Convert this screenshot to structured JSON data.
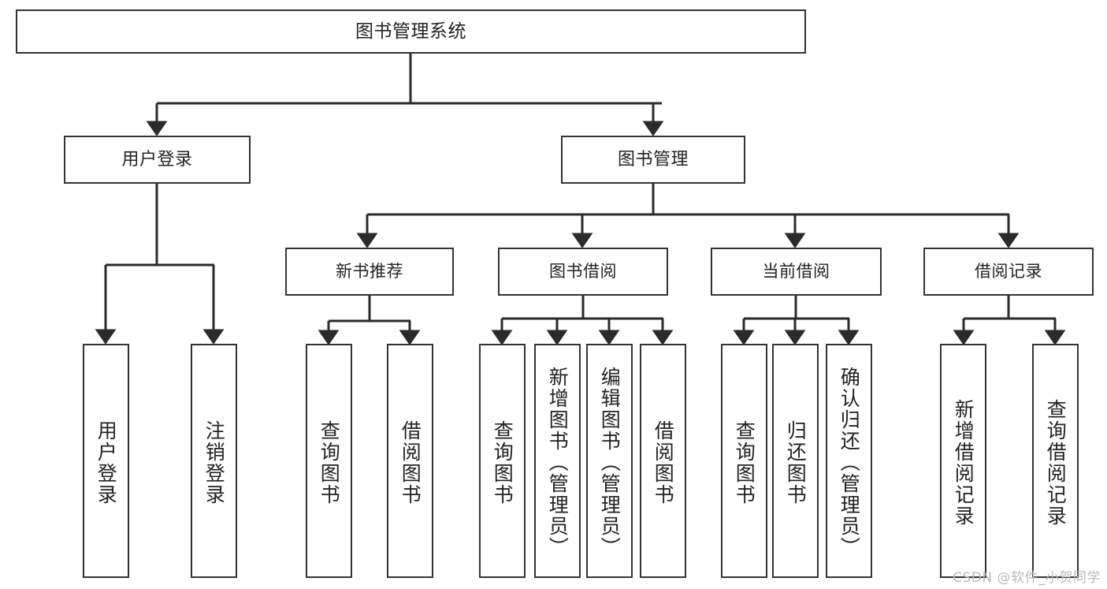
{
  "diagram": {
    "type": "tree",
    "title": "图书管理系统",
    "root": {
      "label": "图书管理系统"
    },
    "level2": [
      {
        "label": "用户登录"
      },
      {
        "label": "图书管理"
      }
    ],
    "level3": [
      {
        "label": "新书推荐"
      },
      {
        "label": "图书借阅"
      },
      {
        "label": "当前借阅"
      },
      {
        "label": "借阅记录"
      }
    ],
    "leaves": {
      "user_login": [
        {
          "label": "用户登录"
        },
        {
          "label": "注销登录"
        }
      ],
      "new_book_recommend": [
        {
          "label": "查询图书"
        },
        {
          "label": "借阅图书"
        }
      ],
      "book_borrow": [
        {
          "label": "查询图书"
        },
        {
          "label": "新增图书（管理员）"
        },
        {
          "label": "编辑图书（管理员）"
        },
        {
          "label": "借阅图书"
        }
      ],
      "current_borrow": [
        {
          "label": "查询图书"
        },
        {
          "label": "归还图书"
        },
        {
          "label": "确认归还（管理员）"
        }
      ],
      "borrow_record": [
        {
          "label": "新增借阅记录"
        },
        {
          "label": "查询借阅记录"
        }
      ]
    },
    "colors": {
      "background": "#ffffff",
      "node_border": "#333333",
      "node_fill": "#ffffff",
      "connector": "#2b2b2b",
      "text": "#222222",
      "watermark": "#b9b9b9"
    }
  },
  "watermark": {
    "text": "CSDN @软件_小贺同学"
  }
}
